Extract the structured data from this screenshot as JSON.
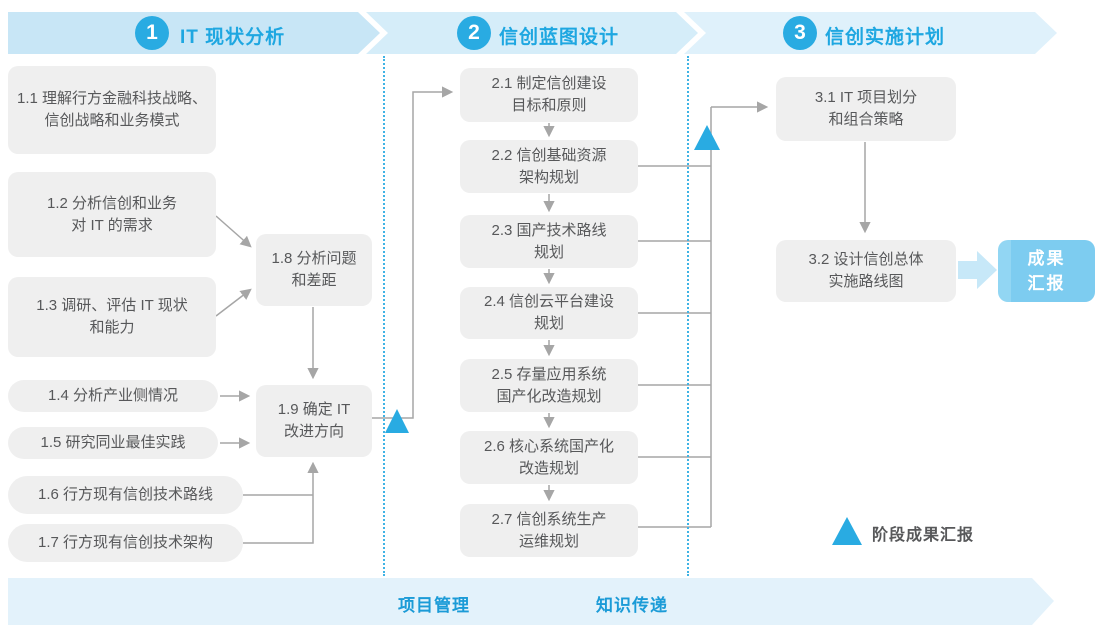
{
  "header": {
    "phases": [
      {
        "number": "1",
        "title": "IT 现状分析"
      },
      {
        "number": "2",
        "title": "信创蓝图设计"
      },
      {
        "number": "3",
        "title": "信创实施计划"
      }
    ]
  },
  "phase1": {
    "b11": "1.1 理解行方金融科技战略、\n信创战略和业务模式",
    "b12": "1.2 分析信创和业务\n对 IT 的需求",
    "b13": "1.3 调研、评估 IT 现状\n和能力",
    "b14": "1.4 分析产业侧情况",
    "b15": "1.5 研究同业最佳实践",
    "b16": "1.6 行方现有信创技术路线",
    "b17": "1.7 行方现有信创技术架构",
    "b18": "1.8 分析问题\n和差距",
    "b19": "1.9 确定 IT\n改进方向"
  },
  "phase2": {
    "b21": "2.1 制定信创建设\n目标和原则",
    "b22": "2.2 信创基础资源\n架构规划",
    "b23": "2.3 国产技术路线\n规划",
    "b24": "2.4 信创云平台建设\n规划",
    "b25": "2.5 存量应用系统\n国产化改造规划",
    "b26": "2.6 核心系统国产化\n改造规划",
    "b27": "2.7 信创系统生产\n运维规划"
  },
  "phase3": {
    "b31": "3.1 IT 项目划分\n和组合策略",
    "b32": "3.2 设计信创总体\n实施路线图"
  },
  "result_box": {
    "label": "成果\n汇报"
  },
  "legend": {
    "label": "阶段成果汇报"
  },
  "footer": {
    "labels": [
      "项目管理",
      "知识传递"
    ]
  },
  "colors": {
    "accent_blue": "#29ABE2",
    "band1": "#C8E6F6",
    "band2": "#D5EDF9",
    "band3": "#DFF1FB",
    "footer_band": "#E3F2FB",
    "box_gray": "#EFEFEF",
    "box_text": "#57585A",
    "line_gray": "#A6A6A6",
    "result_fill": "#7DCCF0",
    "flow_arrow": "#C7E8F8",
    "title_blue": "#1EA7E1"
  }
}
